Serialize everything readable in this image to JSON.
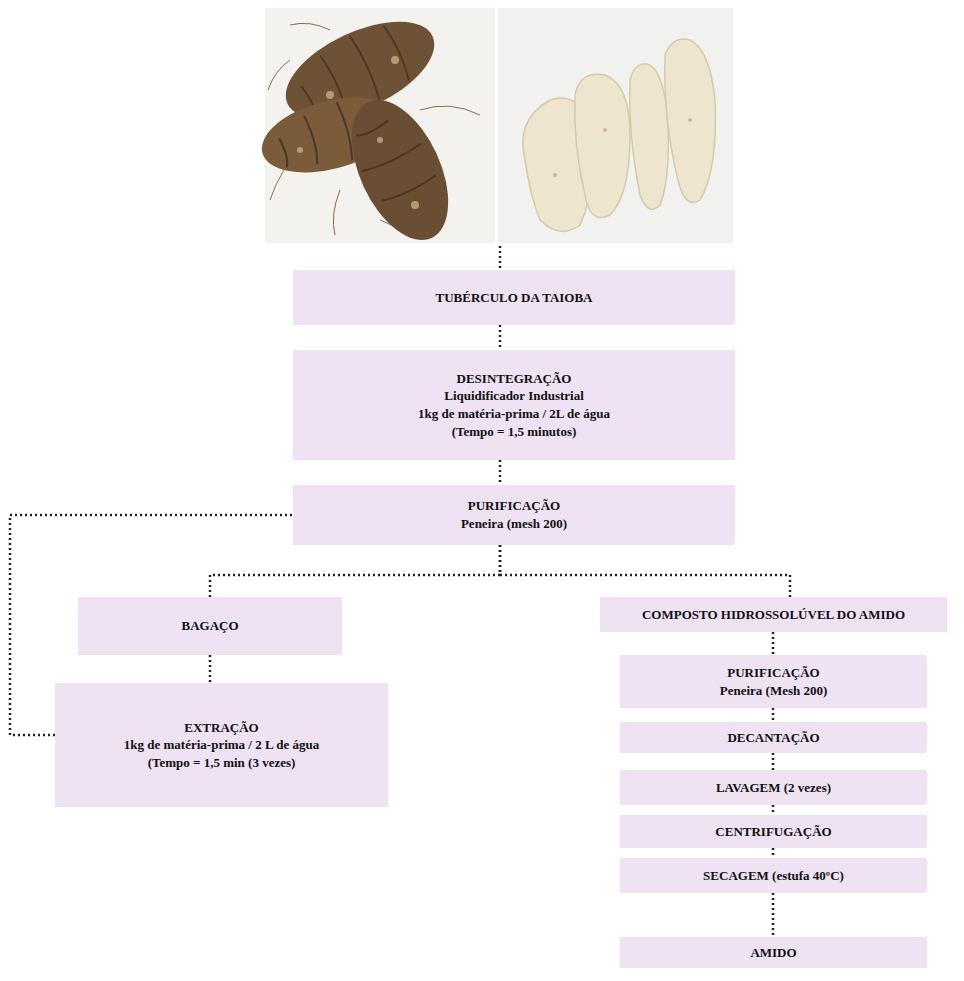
{
  "diagram": {
    "nodes": [
      {
        "text": [
          "TUBÉRCULO DA TAIOBA"
        ]
      },
      {
        "text": [
          "DESINTEGRAÇÃO",
          "Liquidificador Industrial",
          "1kg de matéria-prima / 2L de água",
          "(Tempo = 1,5 minutos)"
        ]
      },
      {
        "text": [
          "PURIFICAÇÃO",
          "Peneira (mesh 200)"
        ]
      },
      {
        "text": [
          "BAGAÇO"
        ]
      },
      {
        "text": [
          "EXTRAÇÃO",
          "1kg de matéria-prima / 2 L de água",
          "(Tempo = 1,5 min (3 vezes)"
        ]
      },
      {
        "text": [
          "COMPOSTO HIDROSSOLÚVEL DO AMIDO"
        ]
      },
      {
        "text": [
          "PURIFICAÇÃO",
          "Peneira (Mesh 200)"
        ]
      },
      {
        "text": [
          "DECANTAÇÃO"
        ]
      },
      {
        "text": [
          "LAVAGEM (2 vezes)"
        ]
      },
      {
        "text": [
          "CENTRIFUGAÇÃO"
        ]
      },
      {
        "text": [
          "SECAGEM (estufa 40ºC)"
        ]
      },
      {
        "text": [
          "AMIDO"
        ]
      }
    ],
    "edges": [
      {
        "from": 0,
        "to": 1,
        "arrow": "none"
      },
      {
        "from": 1,
        "to": 2,
        "arrow": "none"
      },
      {
        "from": 2,
        "to": 3,
        "arrow": "none"
      },
      {
        "from": 2,
        "to": 5,
        "arrow": "none"
      },
      {
        "from": 3,
        "to": 4,
        "arrow": "none"
      },
      {
        "from": 4,
        "to": 2,
        "arrow": "none"
      },
      {
        "from": 5,
        "to": 6,
        "arrow": "none"
      },
      {
        "from": 6,
        "to": 7,
        "arrow": "none"
      },
      {
        "from": 7,
        "to": 8,
        "arrow": "none"
      },
      {
        "from": 8,
        "to": 9,
        "arrow": "none"
      },
      {
        "from": 9,
        "to": 10,
        "arrow": "none"
      },
      {
        "from": 10,
        "to": 11,
        "arrow": "none"
      }
    ]
  }
}
